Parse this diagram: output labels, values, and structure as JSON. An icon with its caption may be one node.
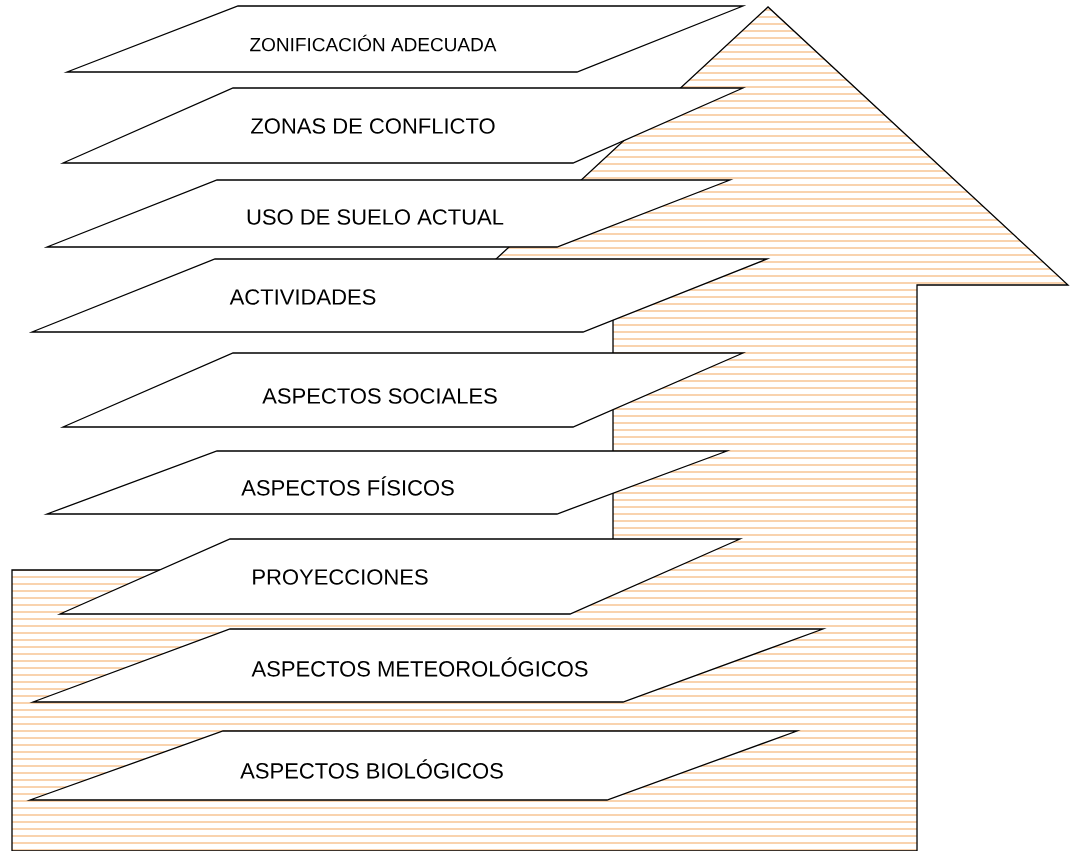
{
  "diagram": {
    "nodes": [
      {
        "text": [
          "ZONIFICACIÓN ADECUADA"
        ]
      },
      {
        "text": [
          "ZONAS DE CONFLICTO"
        ]
      },
      {
        "text": [
          "USO DE SUELO ACTUAL"
        ]
      },
      {
        "text": [
          "ACTIVIDADES"
        ]
      },
      {
        "text": [
          "ASPECTOS SOCIALES"
        ]
      },
      {
        "text": [
          "ASPECTOS FÍSICOS"
        ]
      },
      {
        "text": [
          "PROYECCIONES"
        ]
      },
      {
        "text": [
          "ASPECTOS METEOROLÓGICOS"
        ]
      },
      {
        "text": [
          "ASPECTOS BIOLÓGICOS"
        ]
      }
    ]
  }
}
